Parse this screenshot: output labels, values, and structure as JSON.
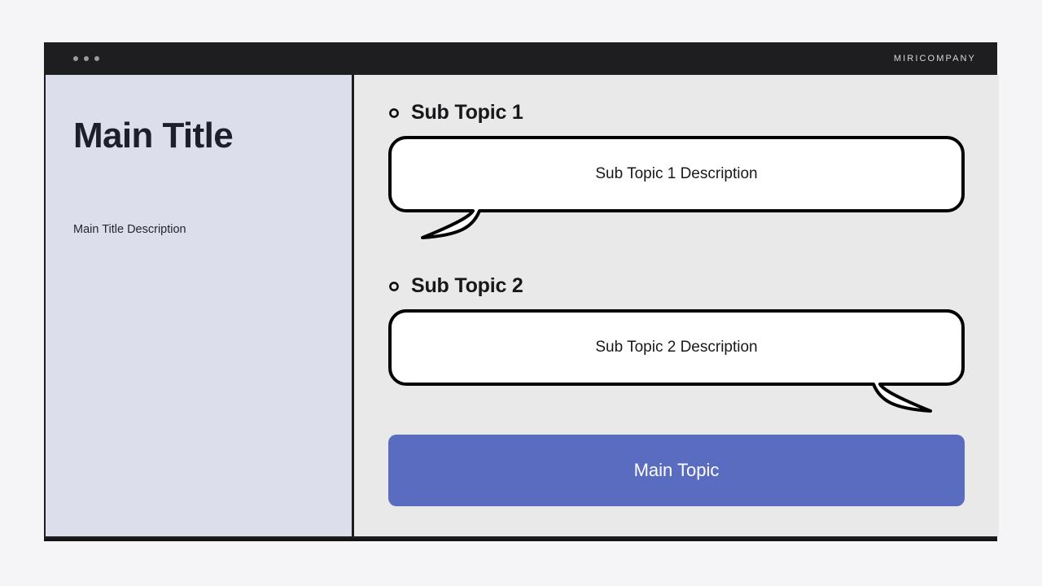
{
  "window": {
    "dots_count": 3,
    "dot_icon": "window-dots-icon",
    "brand": "MIRICOMPANY"
  },
  "left_panel": {
    "title": "Main Title",
    "description": "Main Title Description"
  },
  "right_panel": {
    "bullet_icon": "ring-bullet-icon",
    "sections": [
      {
        "heading": "Sub Topic 1",
        "bubble_text": "Sub Topic 1 Description",
        "tail_side": "left"
      },
      {
        "heading": "Sub Topic 2",
        "bubble_text": "Sub Topic 2 Description",
        "tail_side": "right"
      }
    ],
    "main_topic_button": "Main Topic"
  },
  "colors": {
    "page_background": "#f5f5f7",
    "frame": "#1c1c1e",
    "left_panel_background": "#dcdeeb",
    "right_panel_background": "#e9e9e9",
    "bubble_fill": "#ffffff",
    "bubble_stroke": "#000000",
    "accent_button": "#5a6cc0",
    "button_text": "#ffffff",
    "title_text": "#1d1f2b",
    "brand_text": "#d8d8dc"
  }
}
